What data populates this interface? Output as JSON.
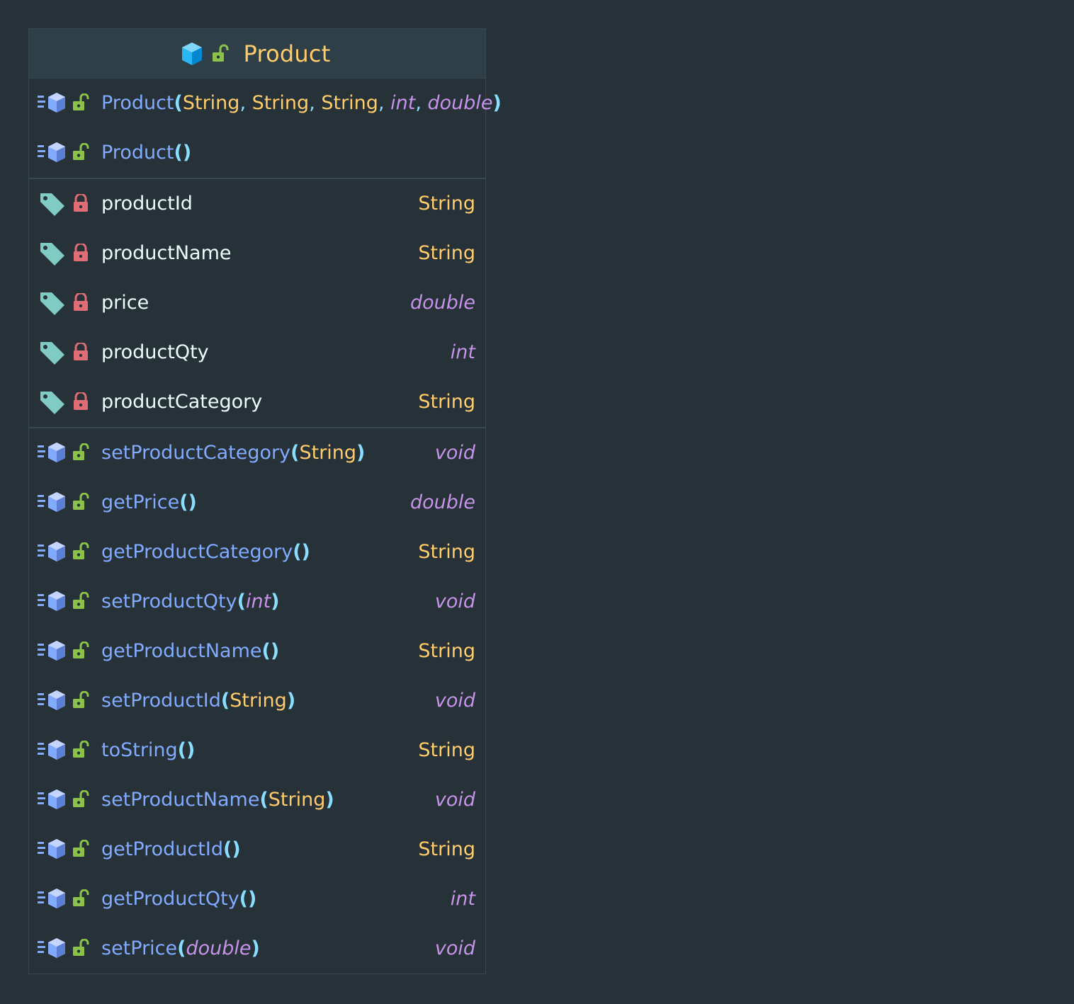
{
  "class": {
    "name": "Product"
  },
  "colors": {
    "background": "#263238",
    "header": "#2f3f47",
    "class_name": "#ffcb6b",
    "method_name": "#82aaff",
    "field_name": "#eeffff",
    "type_reference": "#ffcb6b",
    "type_primitive": "#c792ea",
    "public_lock": "#8bc34a",
    "private_lock": "#e06c75",
    "field_tag": "#80cbc4",
    "method_icon": "#82aaff",
    "class_icon": "#29b6f6"
  },
  "icons": {
    "header": [
      "class-cube-icon",
      "public-lock-icon"
    ],
    "constructor": [
      "method-icon",
      "public-lock-icon"
    ],
    "field": [
      "field-tag-icon",
      "private-lock-icon"
    ],
    "method": [
      "method-icon",
      "public-lock-icon"
    ]
  },
  "constructors": [
    {
      "name": "Product",
      "open": "(",
      "params": [
        {
          "type": "String",
          "kind": "ref"
        },
        {
          "type": "String",
          "kind": "ref"
        },
        {
          "type": "String",
          "kind": "ref"
        },
        {
          "type": "int",
          "kind": "prim"
        },
        {
          "type": "double",
          "kind": "prim"
        }
      ],
      "close": ")"
    },
    {
      "name": "Product",
      "open": "(",
      "params": [],
      "close": ")"
    }
  ],
  "fields": [
    {
      "name": "productId",
      "type": "String",
      "kind": "ref"
    },
    {
      "name": "productName",
      "type": "String",
      "kind": "ref"
    },
    {
      "name": "price",
      "type": "double",
      "kind": "prim"
    },
    {
      "name": "productQty",
      "type": "int",
      "kind": "prim"
    },
    {
      "name": "productCategory",
      "type": "String",
      "kind": "ref"
    }
  ],
  "methods": [
    {
      "name": "setProductCategory",
      "params": [
        {
          "type": "String",
          "kind": "ref"
        }
      ],
      "return": "void",
      "return_kind": "prim"
    },
    {
      "name": "getPrice",
      "params": [],
      "return": "double",
      "return_kind": "prim"
    },
    {
      "name": "getProductCategory",
      "params": [],
      "return": "String",
      "return_kind": "ref"
    },
    {
      "name": "setProductQty",
      "params": [
        {
          "type": "int",
          "kind": "prim"
        }
      ],
      "return": "void",
      "return_kind": "prim"
    },
    {
      "name": "getProductName",
      "params": [],
      "return": "String",
      "return_kind": "ref"
    },
    {
      "name": "setProductId",
      "params": [
        {
          "type": "String",
          "kind": "ref"
        }
      ],
      "return": "void",
      "return_kind": "prim"
    },
    {
      "name": "toString",
      "params": [],
      "return": "String",
      "return_kind": "ref"
    },
    {
      "name": "setProductName",
      "params": [
        {
          "type": "String",
          "kind": "ref"
        }
      ],
      "return": "void",
      "return_kind": "prim"
    },
    {
      "name": "getProductId",
      "params": [],
      "return": "String",
      "return_kind": "ref"
    },
    {
      "name": "getProductQty",
      "params": [],
      "return": "int",
      "return_kind": "prim"
    },
    {
      "name": "setPrice",
      "params": [
        {
          "type": "double",
          "kind": "prim"
        }
      ],
      "return": "void",
      "return_kind": "prim"
    }
  ]
}
